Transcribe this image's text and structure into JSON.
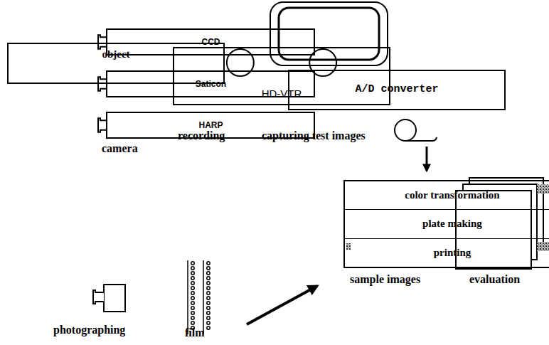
{
  "diagram": {
    "nodes": [
      {
        "text": [
          "object"
        ]
      },
      {
        "text": [
          "CCD"
        ]
      },
      {
        "text": [
          "Saticon"
        ]
      },
      {
        "text": [
          "HARP"
        ]
      },
      {
        "text": [
          "HD-VTR"
        ]
      },
      {
        "text": [
          "A/D converter"
        ]
      },
      {
        "text": [
          "color transformation",
          "plate making",
          "printing"
        ]
      }
    ],
    "labels": [
      "camera",
      "recording",
      "capturing test images",
      "sample images",
      "evaluation",
      "photographing",
      "film"
    ]
  }
}
